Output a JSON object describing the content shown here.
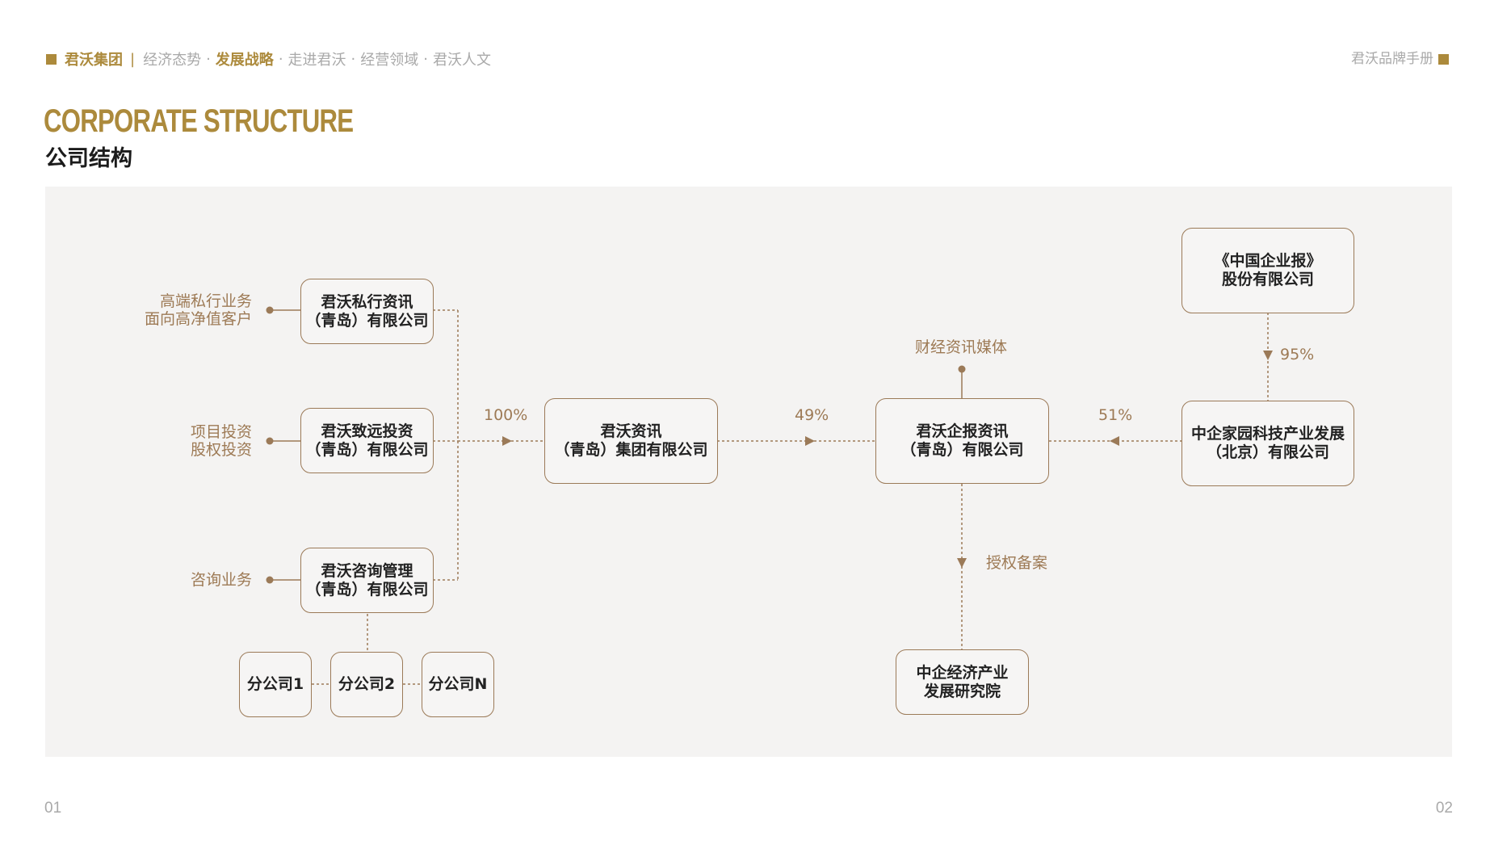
{
  "header": {
    "brand": "君沃集团",
    "separator": "|",
    "nav": [
      {
        "label": "经济态势",
        "active": false
      },
      {
        "label": "发展战略",
        "active": true
      },
      {
        "label": "走进君沃",
        "active": false
      },
      {
        "label": "经营领域",
        "active": false
      },
      {
        "label": "君沃人文",
        "active": false
      }
    ],
    "nav_dot": "·",
    "manual_title": "君沃品牌手册"
  },
  "title": {
    "en": "CORPORATE STRUCTURE",
    "cn": "公司结构"
  },
  "diagram": {
    "left_labels": {
      "private": [
        "高端私行业务",
        "面向高净值客户"
      ],
      "invest": [
        "项目投资",
        "股权投资"
      ],
      "consult": [
        "咨询业务"
      ]
    },
    "subsidiaries": {
      "private": [
        "君沃私行资讯",
        "（青岛）有限公司"
      ],
      "invest": [
        "君沃致远投资",
        "（青岛）有限公司"
      ],
      "consult": [
        "君沃咨询管理",
        "（青岛）有限公司"
      ]
    },
    "branches": [
      "分公司1",
      "分公司2",
      "分公司N"
    ],
    "group": [
      "君沃资讯",
      "（青岛）集团有限公司"
    ],
    "qibao": [
      "君沃企报资讯",
      "（青岛）有限公司"
    ],
    "zhongqi_park": [
      "中企家园科技产业发展",
      "（北京）有限公司"
    ],
    "china_enterprise_news": [
      "《中国企业报》",
      "股份有限公司"
    ],
    "institute": [
      "中企经济产业",
      "发展研究院"
    ],
    "media_label": "财经资讯媒体",
    "authorization_label": "授权备案",
    "percent_subsidiaries_to_group": "100%",
    "percent_group_to_qibao": "49%",
    "percent_park_to_qibao": "51%",
    "percent_news_to_park": "95%"
  },
  "pages": {
    "left": "01",
    "right": "02"
  },
  "colors": {
    "accent": "#ac8a3c",
    "line": "#9b7a58",
    "panel": "#f4f3f2",
    "muted": "#a9a9a9"
  }
}
